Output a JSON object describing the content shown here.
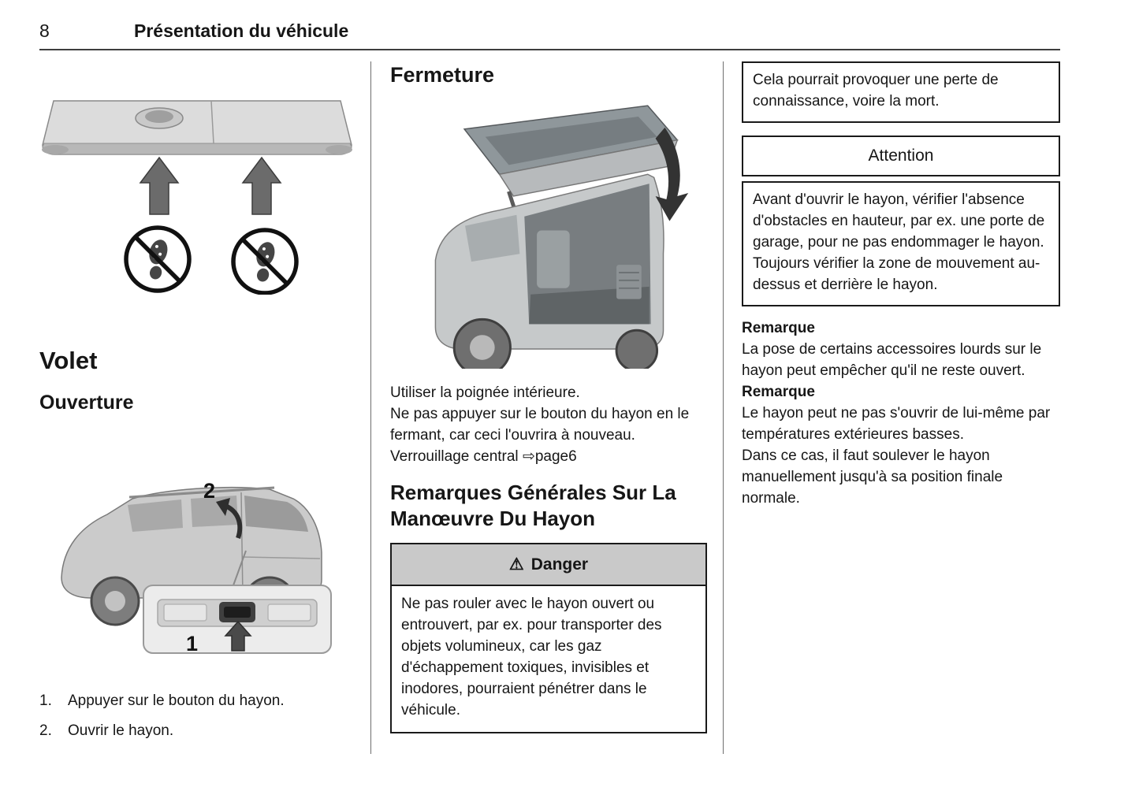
{
  "header": {
    "page_number": "8",
    "title": "Présentation du véhicule"
  },
  "left_column": {
    "section_title": "Volet",
    "subsection_title": "Ouverture",
    "callout_upper": "2",
    "callout_lower": "1",
    "steps": [
      {
        "num": "1.",
        "text": "Appuyer sur le bouton du hayon."
      },
      {
        "num": "2.",
        "text": "Ouvrir le hayon."
      }
    ]
  },
  "middle_column": {
    "section_title": "Fermeture",
    "para_handle": "Utiliser la poignée intérieure.",
    "para_button": "Ne pas appuyer sur le bouton du hayon en le fermant, car ceci l'ouvrira à nouveau.",
    "para_lock_text": "Verrouillage central ",
    "para_lock_ref": "⇨page6",
    "general_heading": "Remarques Générales Sur La Manœuvre Du Hayon",
    "danger": {
      "icon": "⚠",
      "title": "Danger",
      "body": "Ne pas rouler avec le hayon ouvert ou entrouvert, par ex. pour transporter des objets volumineux, car les gaz d'échappement toxiques, invisibles et inodores, pourraient pénétrer dans le véhicule."
    }
  },
  "right_column": {
    "danger_continuation": "Cela pourrait provoquer une perte de connaissance, voire la mort.",
    "attention": {
      "title": "Attention",
      "body": "Avant d'ouvrir le hayon, vérifier l'absence d'obstacles en hauteur, par ex. une porte de garage, pour ne pas endommager le hayon. Toujours vérifier la zone de mouvement au-dessus et derrière le hayon."
    },
    "remark1": {
      "label": "Remarque",
      "text": "La pose de certains accessoires lourds sur le hayon peut empêcher qu'il ne reste ouvert."
    },
    "remark2": {
      "label": "Remarque",
      "text": "Le hayon peut ne pas s'ouvrir de lui-même par températures extérieures basses.",
      "text2": "Dans ce cas, il faut soulever le hayon manuellement jusqu'à sa position finale normale."
    }
  }
}
